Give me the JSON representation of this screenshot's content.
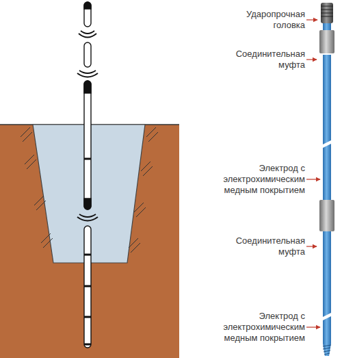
{
  "diagram": {
    "labels": [
      "Ударопрочная головка",
      "Соединительная муфта",
      "Электрод с электрохимическим медным покрытием",
      "Соединительная муфта",
      "Электрод с электрохимическим медным покрытием"
    ]
  }
}
